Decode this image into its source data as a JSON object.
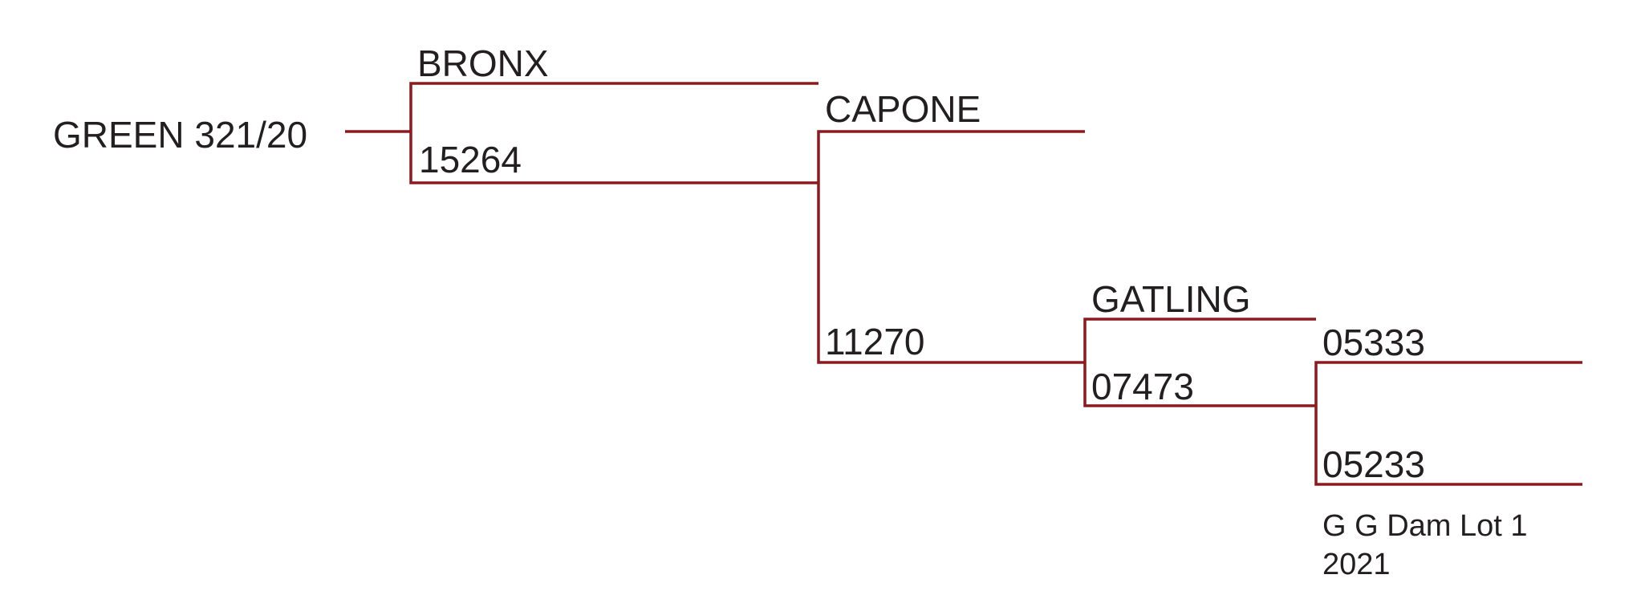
{
  "line_color": "#8b1a1f",
  "text_color": "#231f20",
  "pedigree": {
    "subject": "GREEN 321/20",
    "sire": "BRONX",
    "dam": "15264",
    "dam_sire": "CAPONE",
    "dam_dam": "11270",
    "dam_dam_sire": "GATLING",
    "dam_dam_dam": "07473",
    "dam_dam_dam_sire": "05333",
    "dam_dam_dam_dam": "05233",
    "note_line1": "G G Dam Lot 1",
    "note_line2": "2021"
  }
}
